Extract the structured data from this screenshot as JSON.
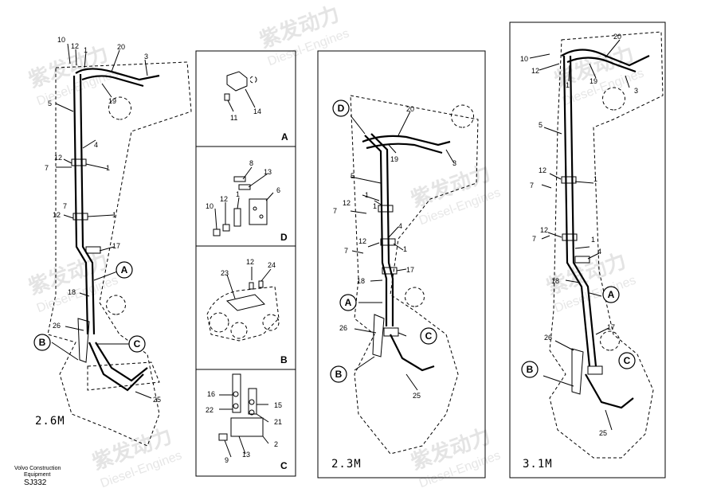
{
  "watermark": {
    "cn": "紫发动力",
    "en": "Diesel-Engines"
  },
  "footer": {
    "brand_line1": "Volvo Construction",
    "brand_line2": "Equipment",
    "code": "SJ332"
  },
  "views": {
    "left": {
      "size_label": "2.6M",
      "labels": [
        "10",
        "12",
        "1",
        "20",
        "3",
        "19",
        "5",
        "4",
        "12",
        "7",
        "1",
        "7",
        "12",
        "1",
        "17",
        "18",
        "26",
        "25"
      ],
      "callouts": [
        "A",
        "B",
        "C"
      ]
    },
    "middle": {
      "size_label": "2.3M",
      "labels": [
        "20",
        "19",
        "3",
        "5",
        "1",
        "7",
        "12",
        "1",
        "4",
        "7",
        "12",
        "1",
        "17",
        "18",
        "26",
        "25"
      ],
      "callouts": [
        "D",
        "A",
        "B",
        "C"
      ]
    },
    "right": {
      "size_label": "3.1M",
      "labels": [
        "20",
        "10",
        "12",
        "1",
        "19",
        "3",
        "5",
        "12",
        "7",
        "1",
        "12",
        "7",
        "1",
        "4",
        "18",
        "17",
        "26",
        "25"
      ],
      "callouts": [
        "A",
        "B",
        "C"
      ]
    }
  },
  "details": {
    "A": {
      "letter": "A",
      "labels": [
        "14",
        "11"
      ]
    },
    "D": {
      "letter": "D",
      "labels": [
        "8",
        "13",
        "6",
        "10",
        "12",
        "1"
      ]
    },
    "B": {
      "letter": "B",
      "labels": [
        "23",
        "12",
        "24"
      ]
    },
    "C": {
      "letter": "C",
      "labels": [
        "16",
        "22",
        "15",
        "21",
        "2",
        "9",
        "13"
      ]
    }
  }
}
